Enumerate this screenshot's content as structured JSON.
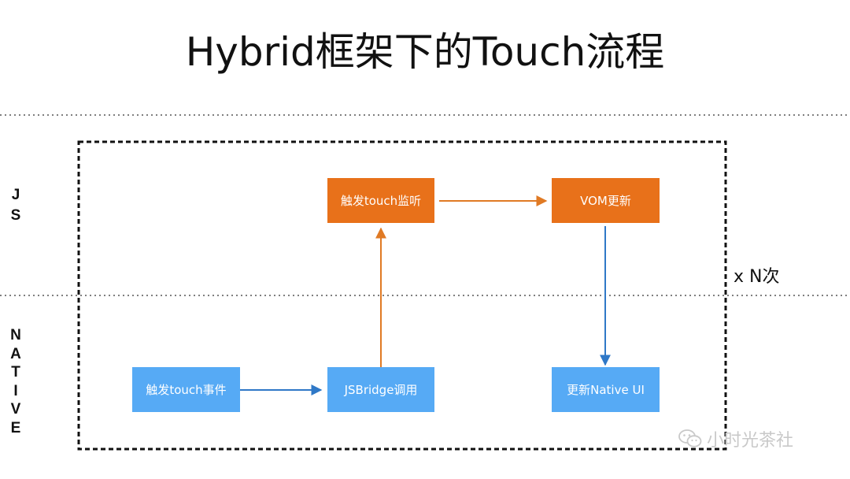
{
  "title": "Hybrid框架下的Touch流程",
  "lanes": {
    "js": "J\nS",
    "native": "N\nA\nT\nI\nV\nE"
  },
  "nodes": {
    "touch_event": "触发touch事件",
    "jsbridge_call": "JSBridge调用",
    "touch_listener": "触发touch监听",
    "vom_update": "VOM更新",
    "native_ui_update": "更新Native UI"
  },
  "repeat_label": "x N次",
  "watermark": "小时光茶社",
  "colors": {
    "js_node": "#e8711a",
    "native_node": "#56aaf5",
    "js_arrow": "#e07a24",
    "native_arrow": "#2f78c7",
    "border": "#111111"
  }
}
